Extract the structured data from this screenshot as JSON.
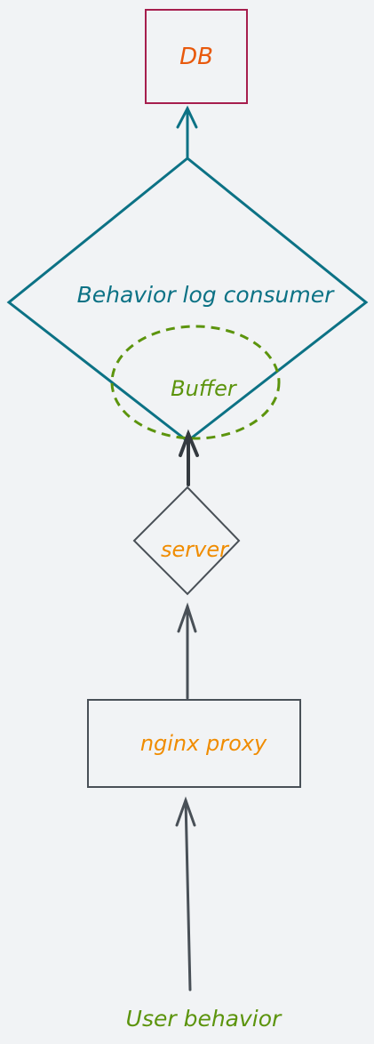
{
  "diagram": {
    "nodes": {
      "db": {
        "label": "DB",
        "shape": "rectangle",
        "stroke": "#a61e4d",
        "text_color": "#e8590c"
      },
      "consumer": {
        "label": "Behavior log consumer",
        "shape": "diamond",
        "stroke": "#0c7285",
        "text_color": "#0c7285"
      },
      "buffer": {
        "label": "Buffer",
        "shape": "dashed-ellipse",
        "stroke": "#5c940d",
        "text_color": "#5c940d"
      },
      "server": {
        "label": "server",
        "shape": "diamond",
        "stroke": "#495057",
        "text_color": "#f08c00"
      },
      "nginx": {
        "label": "nginx proxy",
        "shape": "rectangle",
        "stroke": "#495057",
        "text_color": "#f08c00"
      },
      "user": {
        "label": "User behavior",
        "shape": "text",
        "text_color": "#5c940d"
      }
    },
    "edges": [
      {
        "from": "user",
        "to": "nginx",
        "color": "#495057"
      },
      {
        "from": "nginx",
        "to": "server",
        "color": "#495057"
      },
      {
        "from": "server",
        "to": "buffer",
        "color": "#343a40"
      },
      {
        "from": "consumer",
        "to": "db",
        "color": "#0c7285"
      }
    ],
    "background": "#f1f3f5"
  }
}
